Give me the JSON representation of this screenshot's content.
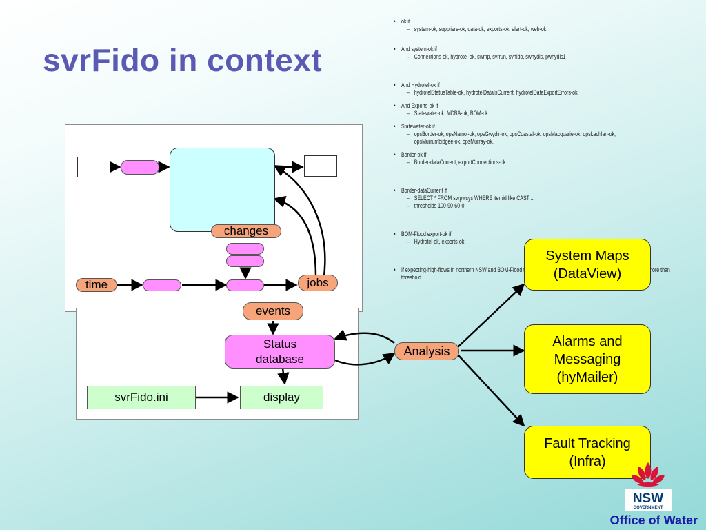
{
  "slide": {
    "title": "svrFido in context",
    "footer": "Office of Water"
  },
  "colors": {
    "title": "#5a5ab4",
    "pill": "#ff8fff",
    "orange": "#f7a47a",
    "cyan": "#ccffff",
    "green": "#ccffcc",
    "yellow": "#ffff00",
    "nsw_red": "#d7153a",
    "footer": "#1a1aa8"
  },
  "diagram": {
    "changes": "changes",
    "time": "time",
    "jobs": "jobs",
    "events": "events",
    "status_db": [
      "Status",
      "database"
    ],
    "svrfido_ini": "svrFido.ini",
    "display": "display",
    "analysis": "Analysis",
    "system_maps": [
      "System Maps",
      "(DataView)"
    ],
    "alarms": [
      "Alarms and",
      "Messaging",
      "(hyMailer)"
    ],
    "fault": [
      "Fault Tracking",
      "(Infra)"
    ]
  },
  "bullets": [
    {
      "text": "ok if",
      "subs": [
        "system-ok, suppliers-ok, data-ok, exports-ok, alert-ok, web-ok"
      ]
    },
    {
      "text": "And system-ok if",
      "subs": [
        "Connections-ok, hydrotel-ok, swmp, svrrun, svrfido, swhydis, pwhydis1"
      ]
    },
    {
      "text": "And Hydrotel-ok if",
      "subs": [
        "hydrotelStatusTable-ok, hydrotelDataIsCurrent, hydrotelDataExportErrors-ok"
      ]
    },
    {
      "text": "And Exports-ok if",
      "subs": [
        "Statewater-ok, MDBA-ok, BOM-ok"
      ]
    },
    {
      "text": "Statewater-ok if",
      "subs": [
        "opsBorder-ok, opsNamoi-ok, opsGwydir-ok, opsCoastal-ok, opsMacquarie-ok, opsLachlan-ok, opsMurrumbidgee-ok, opsMurray-ok."
      ]
    },
    {
      "text": "Border-ok if",
      "subs": [
        "Border-dataCurrent, exportConnections-ok"
      ]
    },
    {
      "text": "Border-dataCurrent if",
      "subs": [
        "SELECT * FROM svrpwsys WHERE itemid like CAST ...",
        "thresholds 100-90-60-0"
      ]
    },
    {
      "text": "BOM-Flood export-ok if",
      "subs": [
        "Hydrotel-ok, exports-ok"
      ]
    },
    {
      "text": "If expecting-high-flows in northern NSW and BOM-Flood then ... sites in data for warning (BOM-Flood,Northern) no more than threshold",
      "subs": []
    }
  ],
  "logo": {
    "line1": "NSW",
    "line2": "GOVERNMENT"
  }
}
